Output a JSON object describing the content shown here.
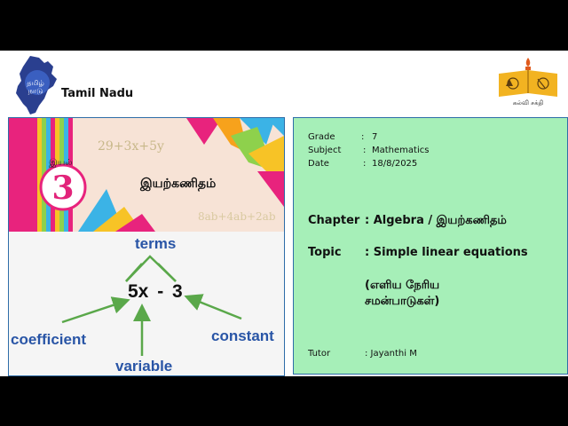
{
  "header": {
    "state_name": "Tamil Nadu",
    "tn_logo_text_line1": "தமிழ்",
    "tn_logo_text_line2": "நாடு",
    "kalvi_text": "கல்வி சக்தி"
  },
  "banner": {
    "lesson_label": "இயல்",
    "lesson_number": "3",
    "title": "இயற்கணிதம்",
    "expr_top": "29+3x+5y",
    "expr_bottom": "8ab+4ab+2ab"
  },
  "diagram": {
    "top_label": "terms",
    "expression": "5x - 3",
    "left_label": "coefficient",
    "bottom_label": "variable",
    "right_label": "constant"
  },
  "info": {
    "grade_key": "Grade",
    "grade_val": "7",
    "subject_key": "Subject",
    "subject_val": "Mathematics",
    "date_key": "Date",
    "date_val": "18/8/2025",
    "colon": ":",
    "chapter_key": "Chapter",
    "chapter_val": ": Algebra / இயற்கணிதம்",
    "topic_key": "Topic",
    "topic_val": ": Simple linear equations",
    "topic_tamil_line1": "(எளிய நேரிய",
    "topic_tamil_line2": "சமன்பாடுகள்)",
    "tutor_key": "Tutor",
    "tutor_val": ":  Jayanthi M"
  },
  "colors": {
    "panel_green": "#a6efb8",
    "diagram_blue": "#2955a6",
    "arrow_green": "#5aa84a",
    "lesson_pink": "#e2237a"
  }
}
